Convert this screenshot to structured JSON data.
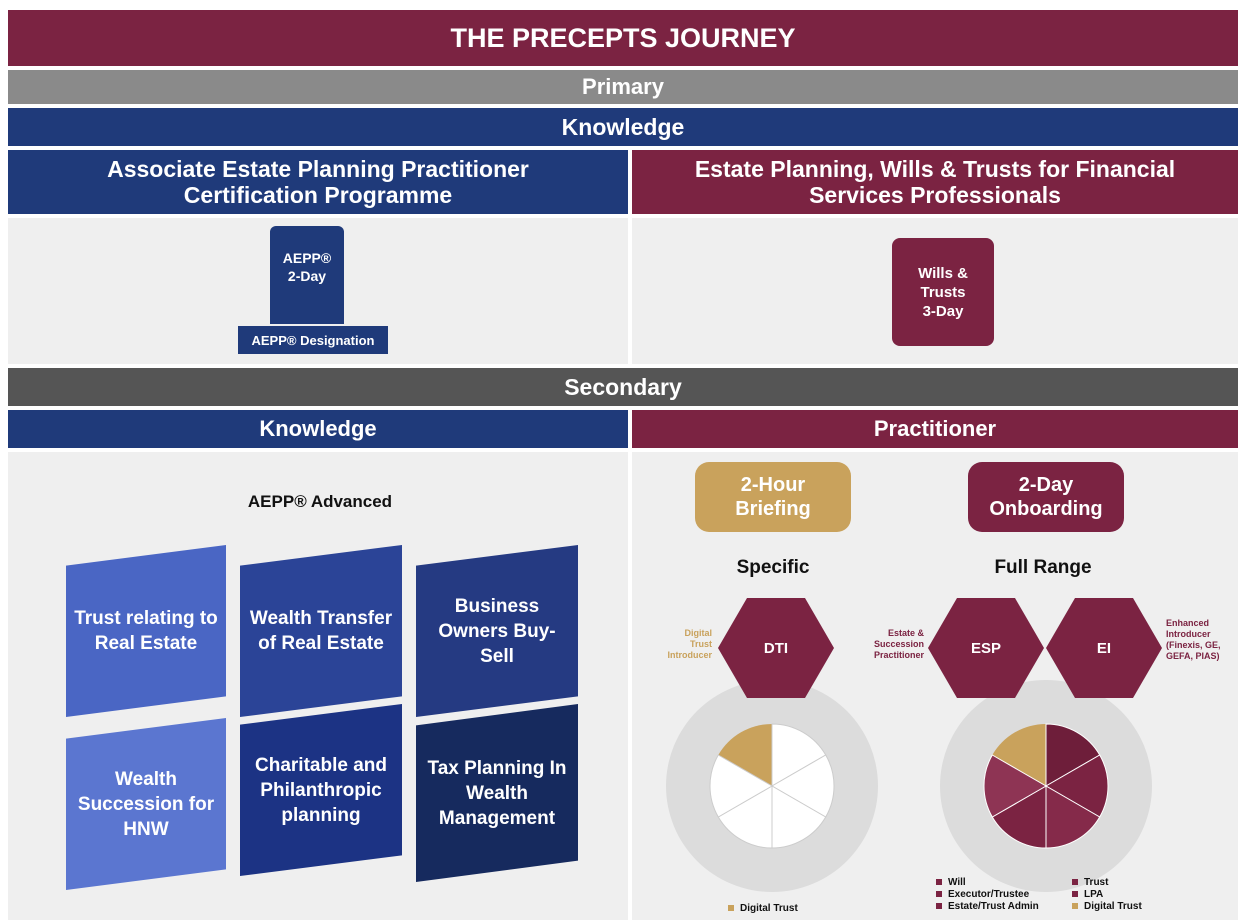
{
  "title": "THE PRECEPTS JOURNEY",
  "primary": "Primary",
  "primary_knowledge": "Knowledge",
  "left_programme": "Associate Estate Planning Practitioner Certification Programme",
  "right_programme": "Estate Planning, Wills & Trusts for Financial Services Professionals",
  "aepp_badge": {
    "line1": "AEPP®",
    "line2": "2-Day",
    "designation": "AEPP® Designation"
  },
  "wills_badge": {
    "line1": "Wills &",
    "line2": "Trusts",
    "line3": "3-Day"
  },
  "secondary": "Secondary",
  "secondary_knowledge": "Knowledge",
  "practitioner": "Practitioner",
  "aepp_advanced": "AEPP® Advanced",
  "tiles": [
    {
      "label": "Trust relating to Real Estate",
      "color": "#4a66c4"
    },
    {
      "label": "Wealth Transfer of Real Estate",
      "color": "#2b4497"
    },
    {
      "label": "Business Owners Buy-Sell",
      "color": "#253a82"
    },
    {
      "label": "Wealth Succession for HNW",
      "color": "#5b76d0"
    },
    {
      "label": "Charitable and Philanthropic planning",
      "color": "#1c3384"
    },
    {
      "label": "Tax Planning In Wealth Management",
      "color": "#162a5e"
    }
  ],
  "briefing": {
    "label": "2-Hour Briefing",
    "color": "#c9a25c"
  },
  "onboarding": {
    "label": "2-Day Onboarding",
    "color": "#7b2342"
  },
  "specific": "Specific",
  "full_range": "Full Range",
  "dti": {
    "abbr": "DTI",
    "caption_l1": "Digital",
    "caption_l2": "Trust",
    "caption_l3": "Introducer"
  },
  "esp": {
    "abbr": "ESP",
    "caption_l1": "Estate &",
    "caption_l2": "Succession",
    "caption_l3": "Practitioner"
  },
  "ei": {
    "abbr": "EI",
    "caption_l1": "Enhanced",
    "caption_l2": "Introducer",
    "caption_l3": "(Finexis, GE,",
    "caption_l4": "GEFA, PIAS)"
  },
  "legend_left": [
    "Digital Trust"
  ],
  "legend_right_col1": [
    "Will",
    "Executor/Trustee",
    "Estate/Trust Admin"
  ],
  "legend_right_col2": [
    "Trust",
    "LPA",
    "Digital Trust"
  ],
  "colors": {
    "maroon": "#7b2342",
    "navy": "#1f3a7a",
    "gold": "#c9a25c"
  }
}
